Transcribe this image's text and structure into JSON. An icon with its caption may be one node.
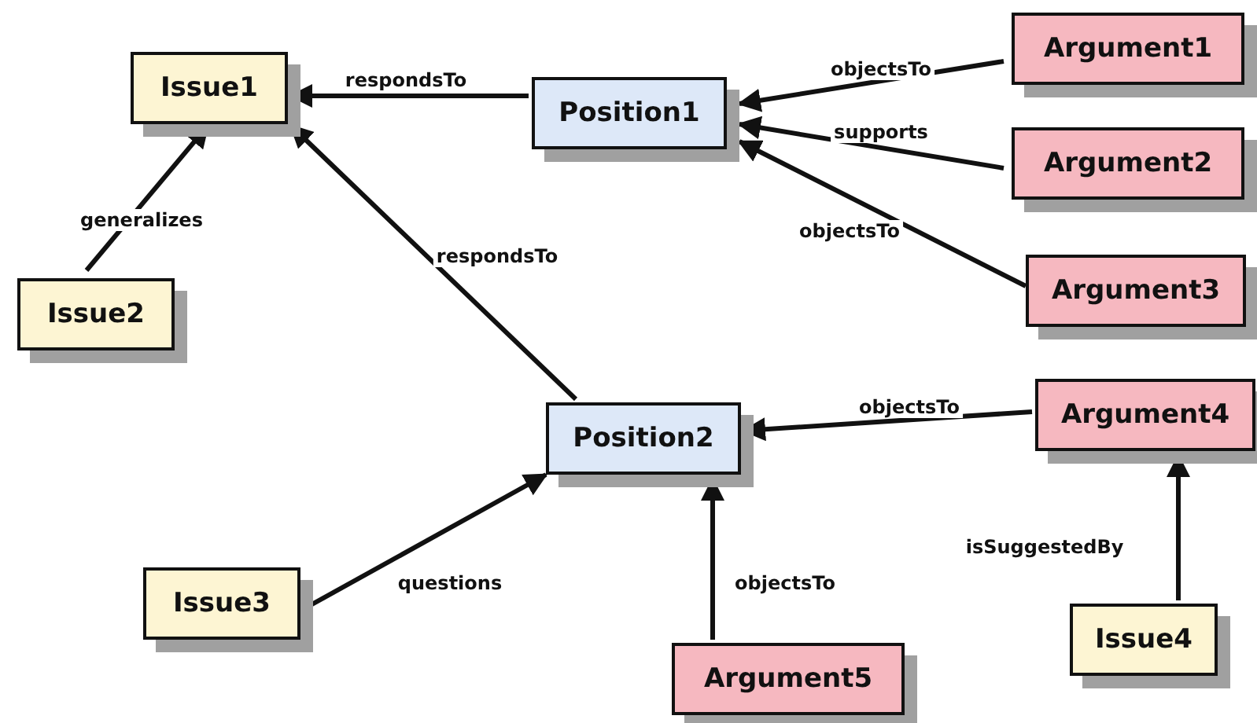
{
  "diagram": {
    "nodes": [
      {
        "text": [
          "Issue1"
        ]
      },
      {
        "text": [
          "Position1"
        ]
      },
      {
        "text": [
          "Argument1"
        ]
      },
      {
        "text": [
          "Argument2"
        ]
      },
      {
        "text": [
          "Argument3"
        ]
      },
      {
        "text": [
          "Issue2"
        ]
      },
      {
        "text": [
          "Position2"
        ]
      },
      {
        "text": [
          "Argument4"
        ]
      },
      {
        "text": [
          "Issue3"
        ]
      },
      {
        "text": [
          "Argument5"
        ]
      },
      {
        "text": [
          "Issue4"
        ]
      }
    ],
    "edges": [
      {
        "from": 1,
        "to": 0,
        "arrow": "to",
        "label": "respondsTo"
      },
      {
        "from": 2,
        "to": 1,
        "arrow": "to",
        "label": "objectsTo"
      },
      {
        "from": 3,
        "to": 1,
        "arrow": "to",
        "label": "supports"
      },
      {
        "from": 4,
        "to": 1,
        "arrow": "to",
        "label": "objectsTo"
      },
      {
        "from": 5,
        "to": 0,
        "arrow": "to",
        "label": "generalizes"
      },
      {
        "from": 6,
        "to": 0,
        "arrow": "to",
        "label": "respondsTo"
      },
      {
        "from": 7,
        "to": 6,
        "arrow": "to",
        "label": "objectsTo"
      },
      {
        "from": 8,
        "to": 6,
        "arrow": "to",
        "label": "questions"
      },
      {
        "from": 9,
        "to": 6,
        "arrow": "to",
        "label": "objectsTo"
      },
      {
        "from": 10,
        "to": 7,
        "arrow": "to",
        "label": "isSuggestedBy"
      }
    ]
  }
}
